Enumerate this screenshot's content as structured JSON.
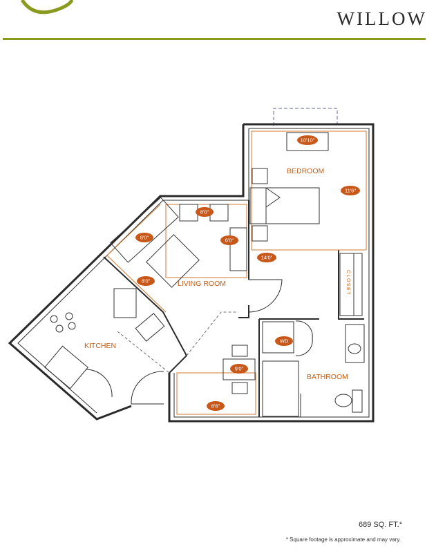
{
  "plan_name": "WILLOW",
  "colors": {
    "accent_rule": "#8a9a1e",
    "label": "#c45f18",
    "dim_pill": "#c8581a",
    "wall": "#2a2a2a"
  },
  "rooms": {
    "bedroom": "BEDROOM",
    "living_room": "LIVING ROOM",
    "kitchen": "KITCHEN",
    "bathroom": "BATHROOM",
    "closet": "CLOSET",
    "washer_dryer": "WD"
  },
  "dimensions": {
    "bedroom_width": "10'10\"",
    "bedroom_depth": "11'6\"",
    "bedroom_side": "14'0\"",
    "living_top": "8'0\"",
    "living_table": "6'0\"",
    "living_left": "8'0\"",
    "living_bottom": "8'0\"",
    "dining_depth": "9'0\"",
    "dining_width": "8'6\""
  },
  "footer": {
    "square_footage": "689 SQ. FT.*",
    "disclaimer": "* Square footage is approximate and may vary."
  }
}
